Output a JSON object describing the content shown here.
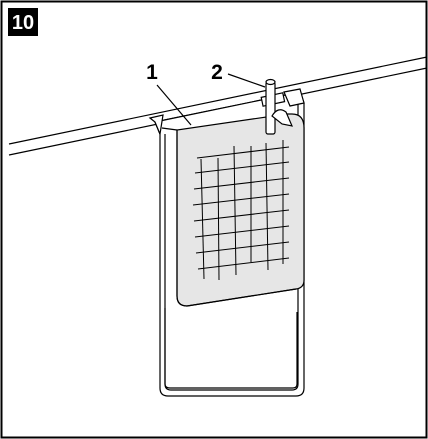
{
  "figure": {
    "number": "10",
    "callouts": [
      {
        "label": "1"
      },
      {
        "label": "2"
      }
    ]
  }
}
